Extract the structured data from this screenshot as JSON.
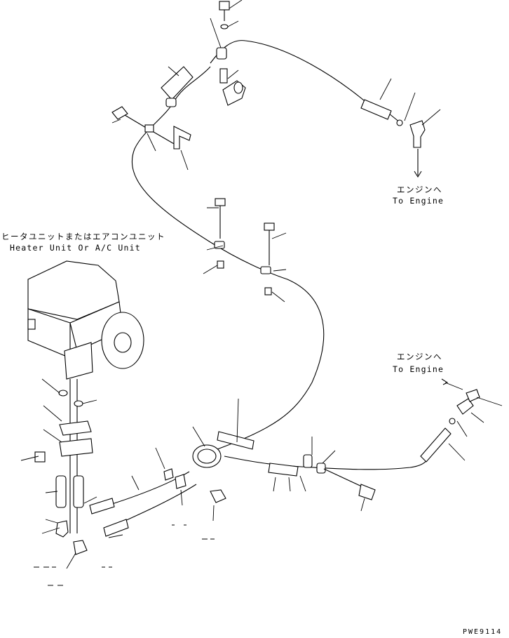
{
  "labels": {
    "engine_top_jp": "エンジンへ",
    "engine_top_en": "To Engine",
    "heater_jp": "ヒータユニットまたはエアコンユニット",
    "heater_en": "Heater Unit Or A/C Unit",
    "engine_right_jp": "エンジンへ",
    "engine_right_en": "To Engine",
    "drawing_code": "PWE9114"
  }
}
